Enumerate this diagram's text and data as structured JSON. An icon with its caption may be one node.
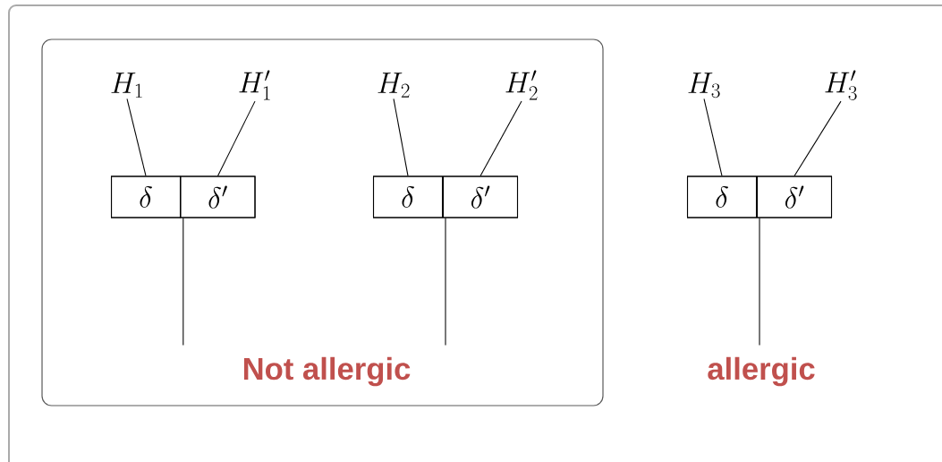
{
  "diagram": {
    "nodes": [
      {
        "text": [
          "Not allergic"
        ]
      },
      {
        "text": [
          "H_1"
        ],
        "in": 0
      },
      {
        "text": [
          "H'_1"
        ],
        "in": 0
      },
      {
        "text": [],
        "shape": "box",
        "in": 0
      },
      {
        "text": [
          "\\delta"
        ],
        "in": 3
      },
      {
        "text": [
          "\\delta'"
        ],
        "in": 3
      },
      {
        "text": [
          "H_2"
        ],
        "in": 0
      },
      {
        "text": [
          "H'_2"
        ],
        "in": 0
      },
      {
        "text": [],
        "shape": "box",
        "in": 0
      },
      {
        "text": [
          "\\delta"
        ],
        "in": 8
      },
      {
        "text": [
          "\\delta'"
        ],
        "in": 8
      },
      {
        "text": [
          "H_3"
        ]
      },
      {
        "text": [
          "H'_3"
        ]
      },
      {
        "text": [],
        "shape": "box"
      },
      {
        "text": [
          "\\delta"
        ],
        "in": 13
      },
      {
        "text": [
          "\\delta'"
        ],
        "in": 13
      }
    ],
    "edges": [
      {
        "from": 1,
        "to": 4,
        "arrow": "none"
      },
      {
        "from": 2,
        "to": 5,
        "arrow": "none"
      },
      {
        "from": 3,
        "to": null,
        "arrow": "none"
      },
      {
        "from": 6,
        "to": 9,
        "arrow": "none"
      },
      {
        "from": 7,
        "to": 10,
        "arrow": "none"
      },
      {
        "from": 8,
        "to": null,
        "arrow": "none"
      },
      {
        "from": 11,
        "to": 14,
        "arrow": "none"
      },
      {
        "from": 12,
        "to": 15,
        "arrow": "none"
      },
      {
        "from": 13,
        "to": null,
        "arrow": "none"
      }
    ],
    "labels": [
      "allergic"
    ]
  }
}
